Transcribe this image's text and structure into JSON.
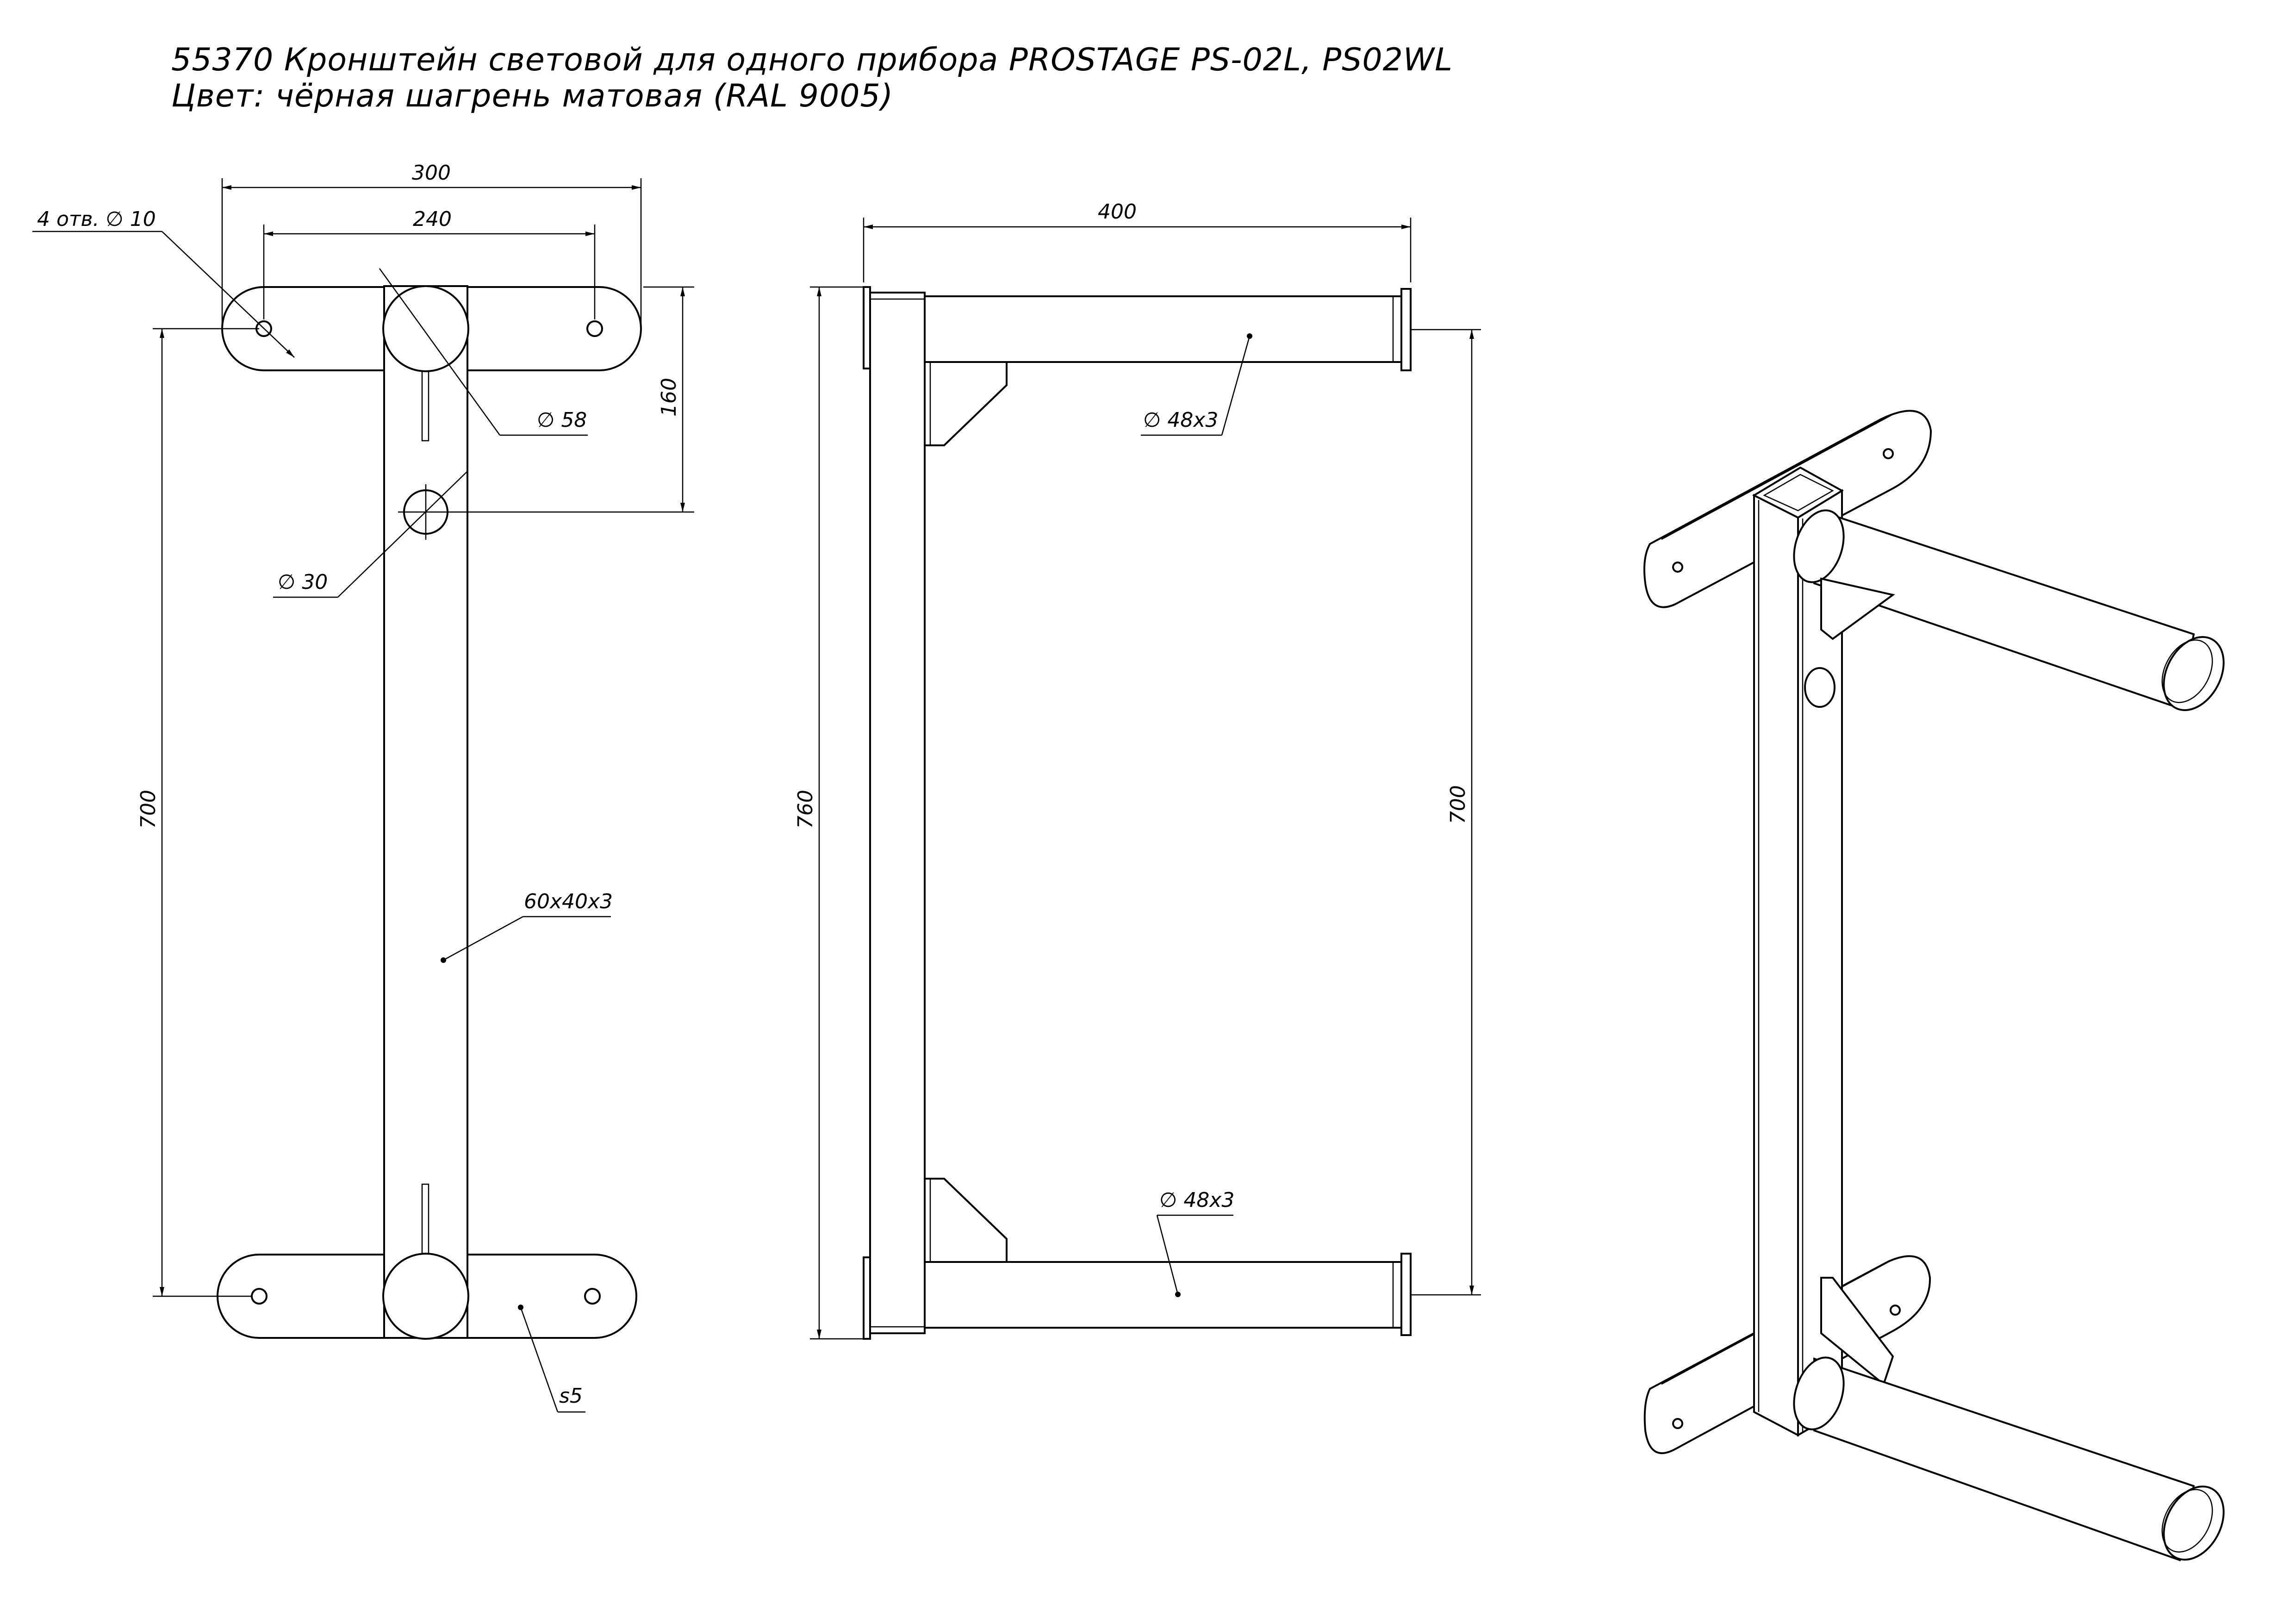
{
  "title": {
    "line1": "55370 Кронштейн световой для одного прибора PROSTAGE PS-02L, PS02WL",
    "line2": "Цвет: чёрная шагрень матовая (RAL 9005)"
  },
  "front_view": {
    "dim_300": "300",
    "dim_240": "240",
    "holes_label": "4 отв. ∅ 10",
    "dim_58": "∅ 58",
    "dim_160": "160",
    "dim_30": "∅ 30",
    "dim_700": "700",
    "profile": "60x40x3",
    "thickness": "s5"
  },
  "side_view": {
    "dim_400": "400",
    "tube_top": "∅ 48x3",
    "tube_bottom": "∅ 48x3",
    "dim_760": "760",
    "dim_700": "700"
  }
}
